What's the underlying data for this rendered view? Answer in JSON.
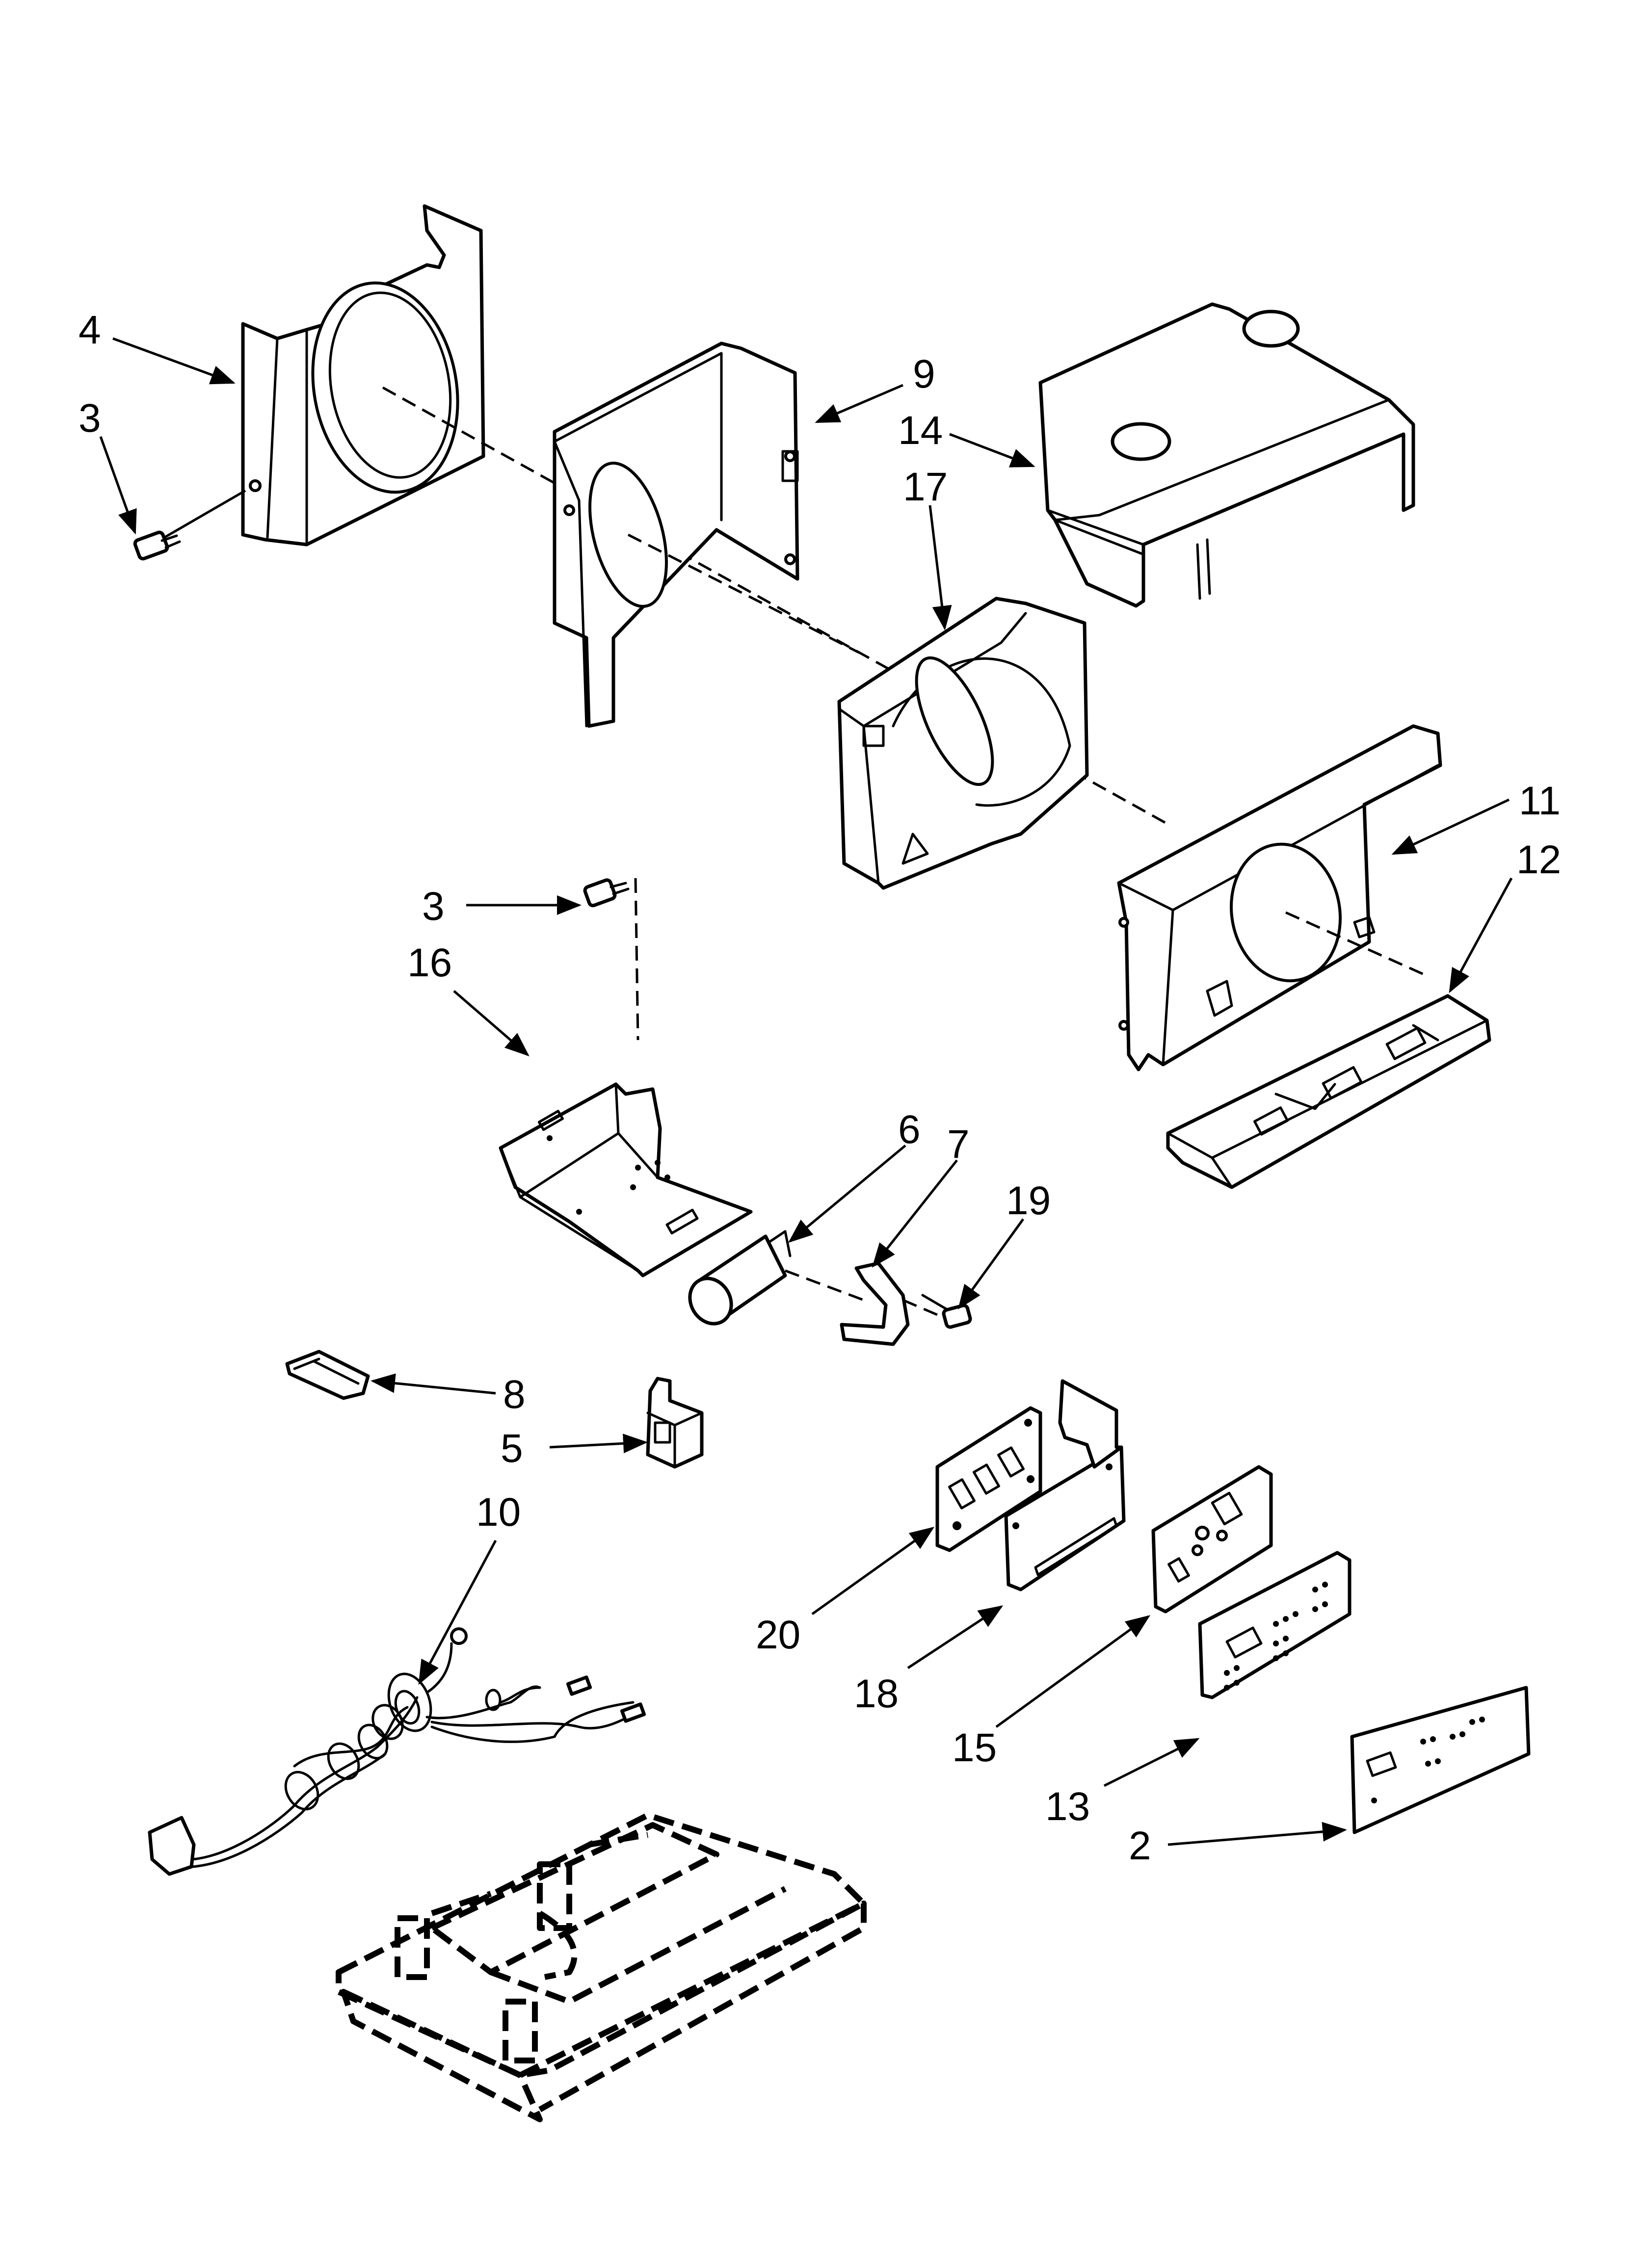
{
  "callouts": {
    "c2": "2",
    "c3a": "3",
    "c3b": "3",
    "c4": "4",
    "c5": "5",
    "c6": "6",
    "c7": "7",
    "c8": "8",
    "c9": "9",
    "c10": "10",
    "c11": "11",
    "c12": "12",
    "c13": "13",
    "c14": "14",
    "c15": "15",
    "c16": "16",
    "c17": "17",
    "c18": "18",
    "c19": "19",
    "c20": "20"
  }
}
